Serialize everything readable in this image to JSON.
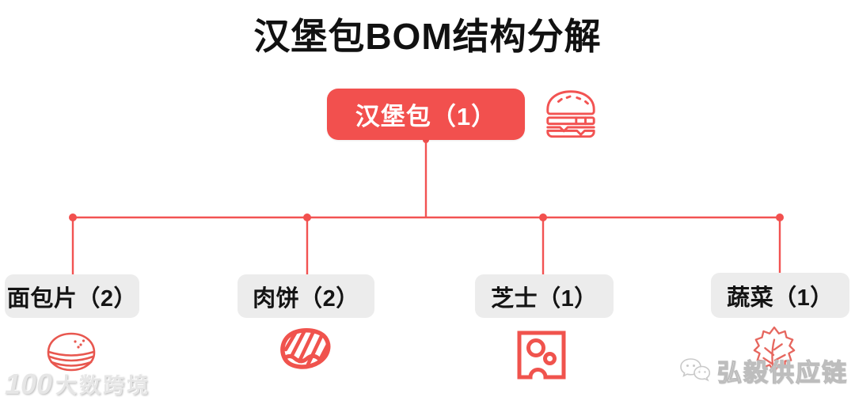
{
  "title": "汉堡包BOM结构分解",
  "colors": {
    "accent_red": "#F25352",
    "root_bg": "#F2504E",
    "root_text": "#FFFFFF",
    "child_bg": "#ECECEC",
    "text": "#141414",
    "watermark_gray": "#CFCFCF"
  },
  "tree": {
    "root": {
      "label": "汉堡包（1）",
      "icon": "burger-icon"
    },
    "children": [
      {
        "label": "面包片（2）",
        "icon": "bread-bun-icon"
      },
      {
        "label": "肉饼（2）",
        "icon": "meat-patty-icon"
      },
      {
        "label": "芝士（1）",
        "icon": "cheese-icon"
      },
      {
        "label": "蔬菜（1）",
        "icon": "lettuce-icon"
      }
    ]
  },
  "watermarks": {
    "bottom_left": {
      "logo_text": "100",
      "brand_text": "大数跨境"
    },
    "bottom_right": {
      "icon": "wechat-icon",
      "brand_text": "弘毅供应链"
    }
  }
}
